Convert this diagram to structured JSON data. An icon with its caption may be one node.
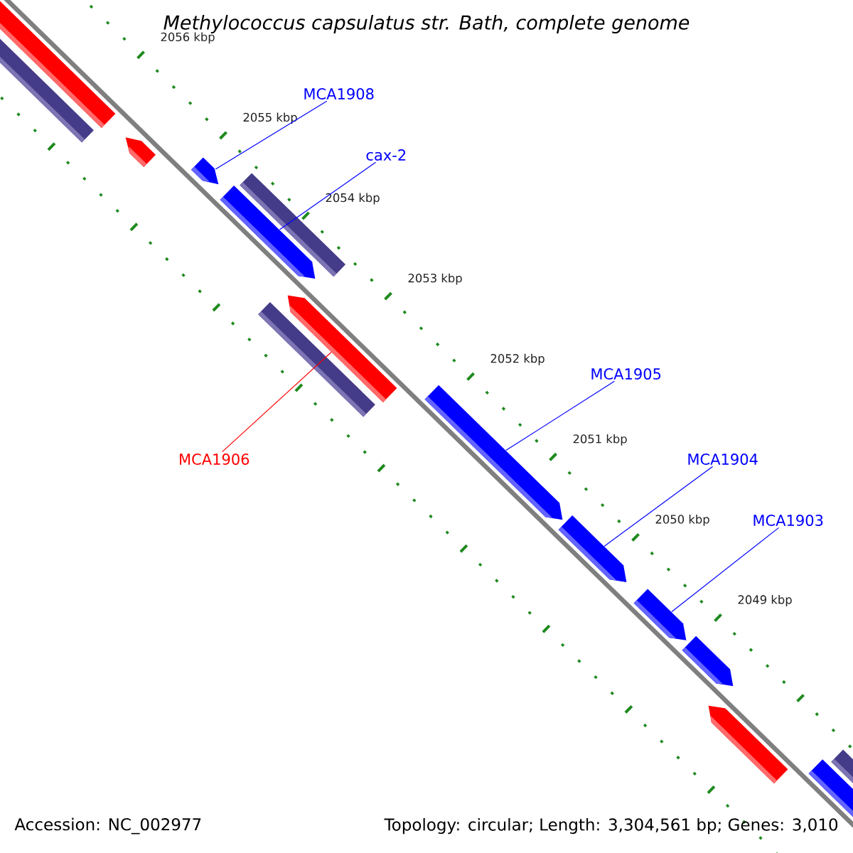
{
  "diagram": {
    "title": "Methylococcus capsulatus str. Bath, complete genome",
    "nodes": [
      {
        "text": [
          "MCA1908"
        ]
      },
      {
        "text": [
          "cax-2"
        ]
      },
      {
        "text": [
          "MCA1905"
        ]
      },
      {
        "text": [
          "MCA1904"
        ]
      },
      {
        "text": [
          "MCA1903"
        ]
      },
      {
        "text": [
          "MCA1906"
        ]
      },
      {
        "text": [],
        "shape": "bar"
      },
      {
        "text": [],
        "shape": "bar"
      },
      {
        "text": [],
        "shape": "arrow"
      },
      {
        "text": [],
        "shape": "arrow"
      },
      {
        "text": [],
        "shape": "arrow"
      },
      {
        "text": [],
        "shape": "bar"
      },
      {
        "text": [],
        "shape": "bar"
      },
      {
        "text": [],
        "shape": "arrow"
      },
      {
        "text": [],
        "shape": "arrow"
      },
      {
        "text": [],
        "shape": "arrow"
      },
      {
        "text": [],
        "shape": "arrow"
      },
      {
        "text": [],
        "shape": "arrow"
      },
      {
        "text": [],
        "shape": "arrow"
      },
      {
        "text": [],
        "shape": "bar"
      },
      {
        "text": [],
        "shape": "bar"
      }
    ],
    "edges": [
      {
        "from": 0,
        "to": 9,
        "arrow": "none"
      },
      {
        "from": 1,
        "to": 10,
        "arrow": "none"
      },
      {
        "from": 2,
        "to": 14,
        "arrow": "none"
      },
      {
        "from": 3,
        "to": 15,
        "arrow": "none"
      },
      {
        "from": 4,
        "to": 16,
        "arrow": "none"
      },
      {
        "from": 5,
        "to": 13,
        "arrow": "none",
        "color": "#ff0000"
      }
    ],
    "labels": [
      "2056 kbp",
      "2055 kbp",
      "2054 kbp",
      "2053 kbp",
      "2052 kbp",
      "2051 kbp",
      "2050 kbp",
      "2049 kbp",
      "Accession: NC_002977",
      "Topology: circular; Length: 3,304,561 bp; Genes: 3,010"
    ]
  }
}
